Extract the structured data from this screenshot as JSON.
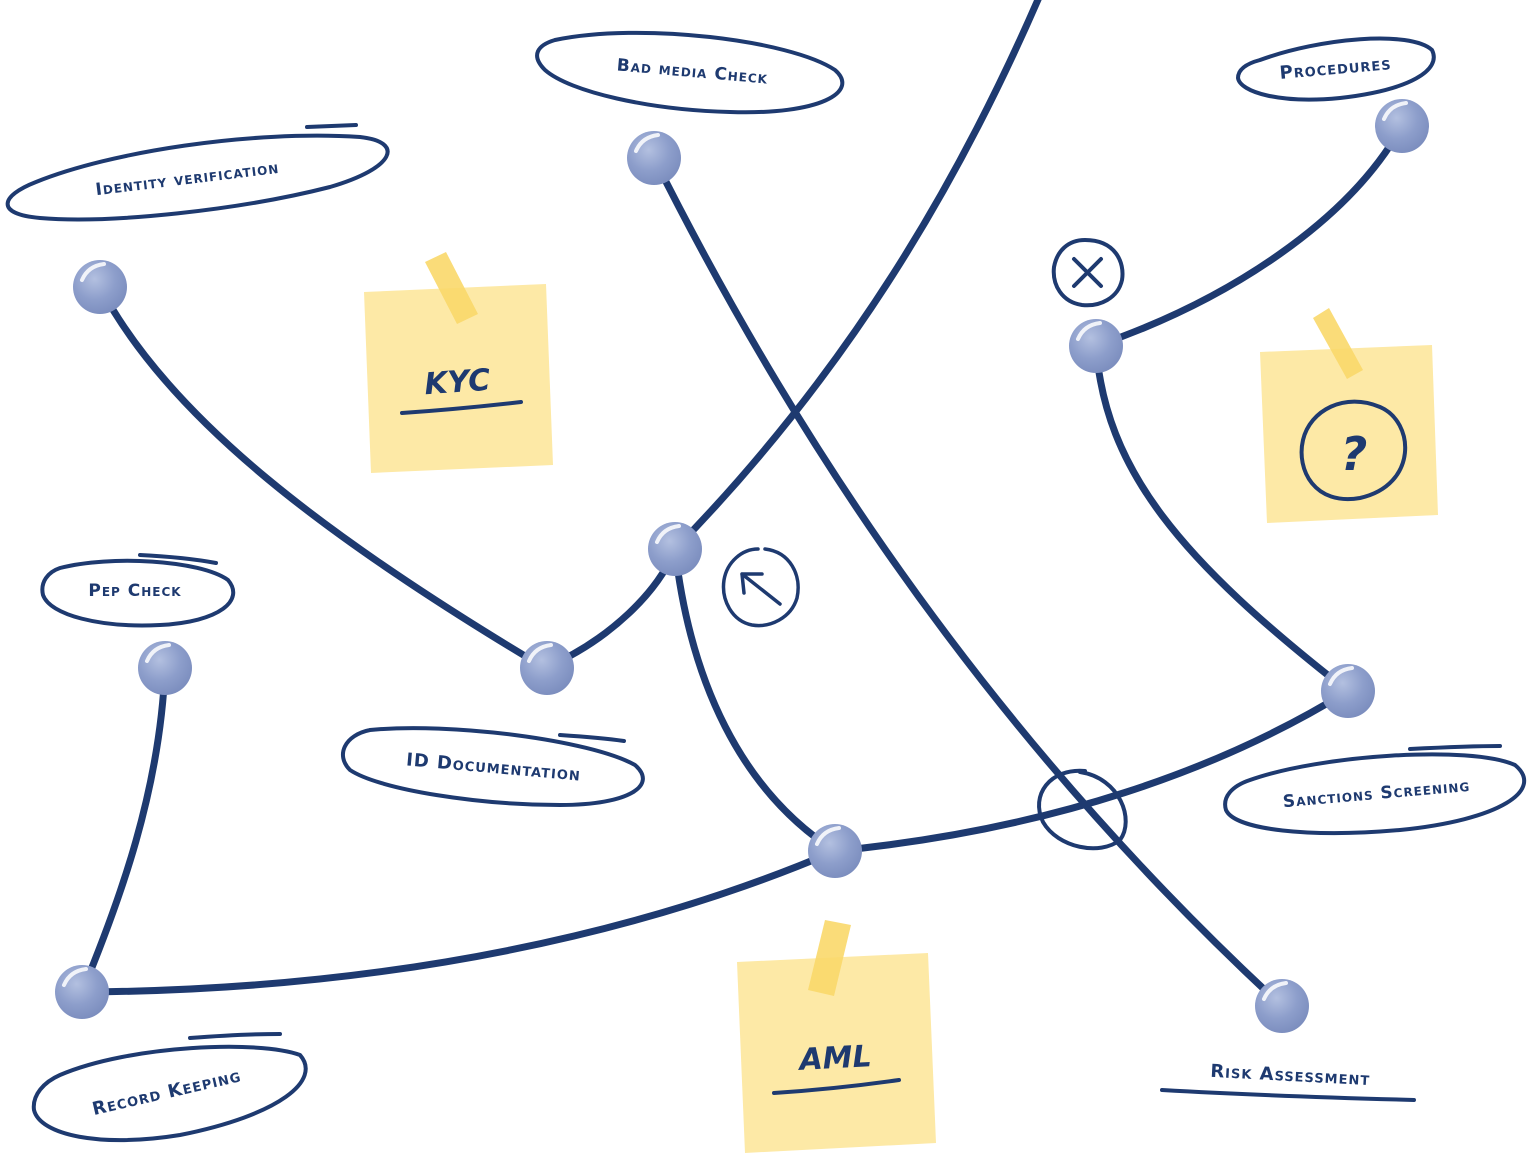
{
  "labels": {
    "identity_verification": "Identity verification",
    "bad_media_check": "Bad media Check",
    "procedures": "Procedures",
    "pep_check": "Pep Check",
    "id_documentation": "ID Documentation",
    "sanctions_screening": "Sanctions Screening",
    "record_keeping": "Record Keeping",
    "risk_assessment": "Risk Assessment"
  },
  "notes": {
    "kyc": "KYC",
    "question": "?",
    "aml": "AML"
  },
  "colors": {
    "ink": "#1e3a70",
    "node": "#8d9ecb",
    "note": "#fde9a6",
    "tape": "#f9d86a"
  },
  "icons": {
    "close": "close-circle-icon",
    "arrow": "arrow-up-left-circle-icon"
  }
}
